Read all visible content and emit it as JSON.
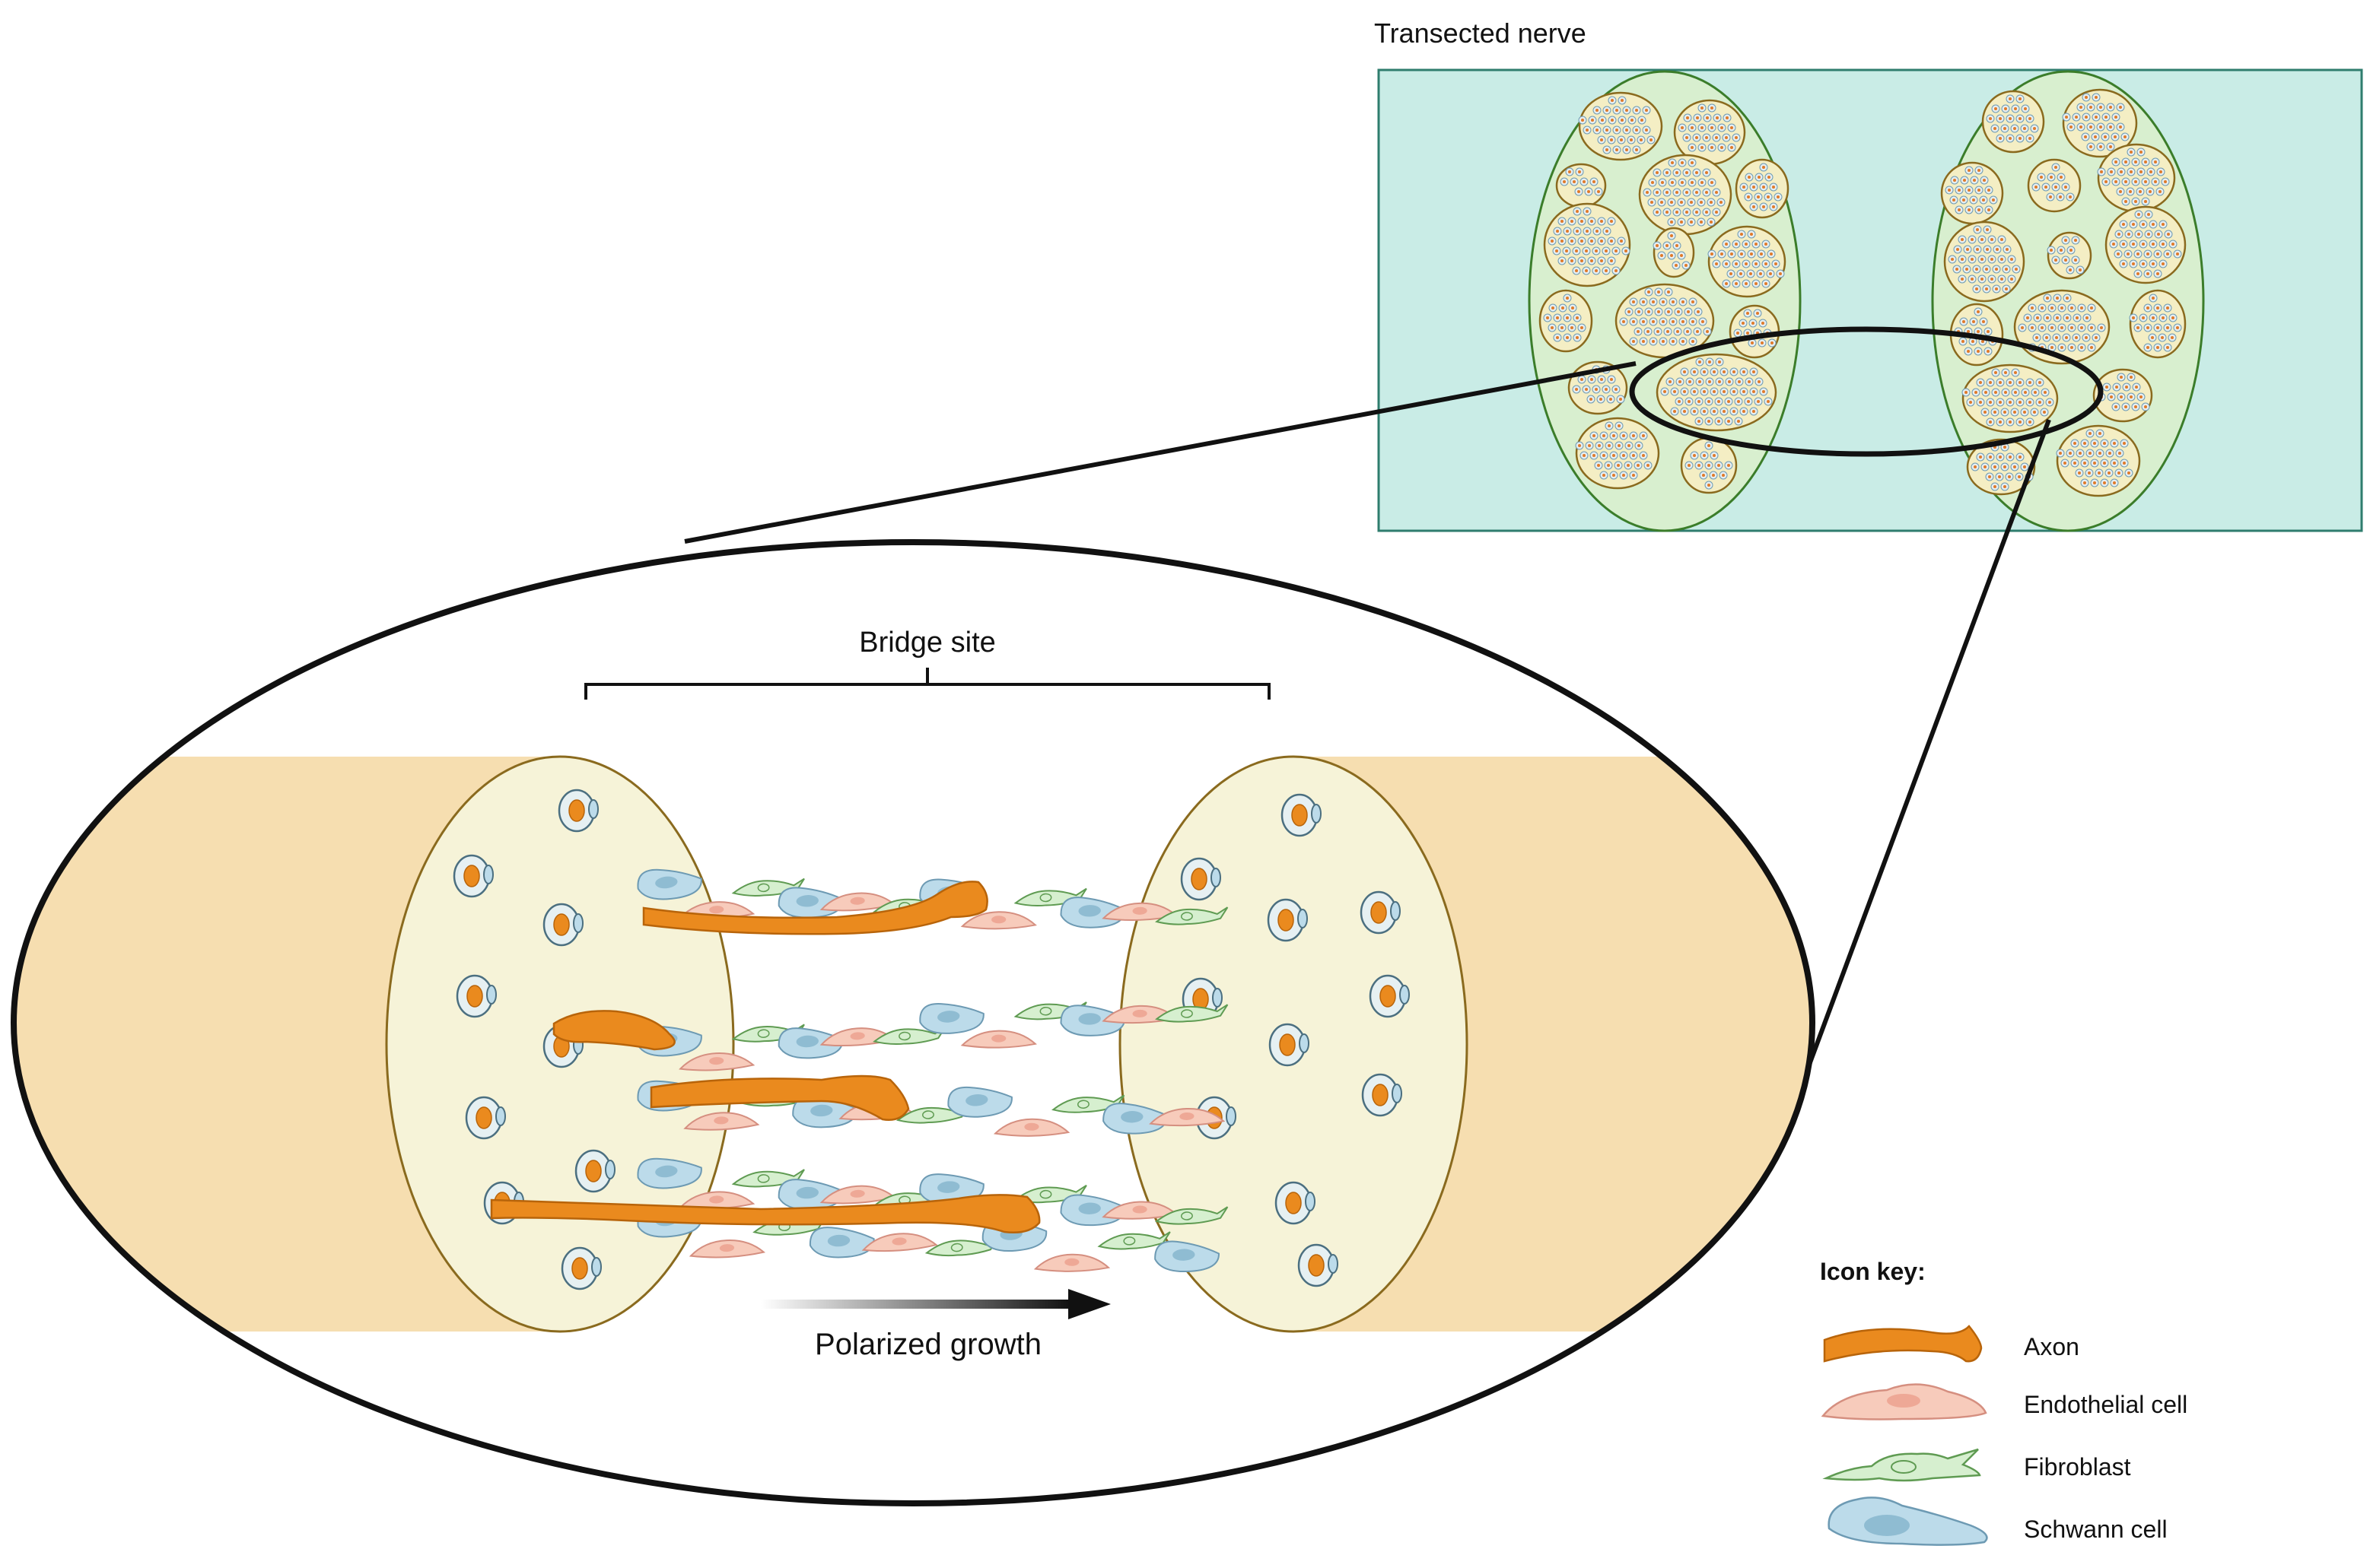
{
  "labels": {
    "transected_nerve": "Transected nerve",
    "bridge_site": "Bridge site",
    "polarized_growth": "Polarized growth"
  },
  "legend": {
    "title": "Icon key:",
    "items": [
      {
        "label": "Axon",
        "icon": "axon-icon"
      },
      {
        "label": "Endothelial cell",
        "icon": "endothelial-cell-icon"
      },
      {
        "label": "Fibroblast",
        "icon": "fibroblast-icon"
      },
      {
        "label": "Schwann cell",
        "icon": "schwann-cell-icon"
      }
    ]
  },
  "colors": {
    "nerve_box": "#c9ece6",
    "nerve_box_border": "#2f7d6e",
    "stump": "#d8efcf",
    "stump_border": "#3b7d2a",
    "fascicle": "#f4eec4",
    "fascicle_border": "#8a6a1e",
    "nerve_tube": "#f6deb0",
    "stump_face": "#f6f3d8",
    "axon": "#ea8a1e",
    "axon_border": "#b8640a",
    "endothelial": "#f7cbbb",
    "endothelial_border": "#d58f80",
    "fibroblast": "#d6efcf",
    "fibroblast_border": "#5f9b52",
    "schwann": "#bcdbea",
    "schwann_border": "#6d9ab3",
    "schwann_nucleus": "#8fbcd2"
  }
}
